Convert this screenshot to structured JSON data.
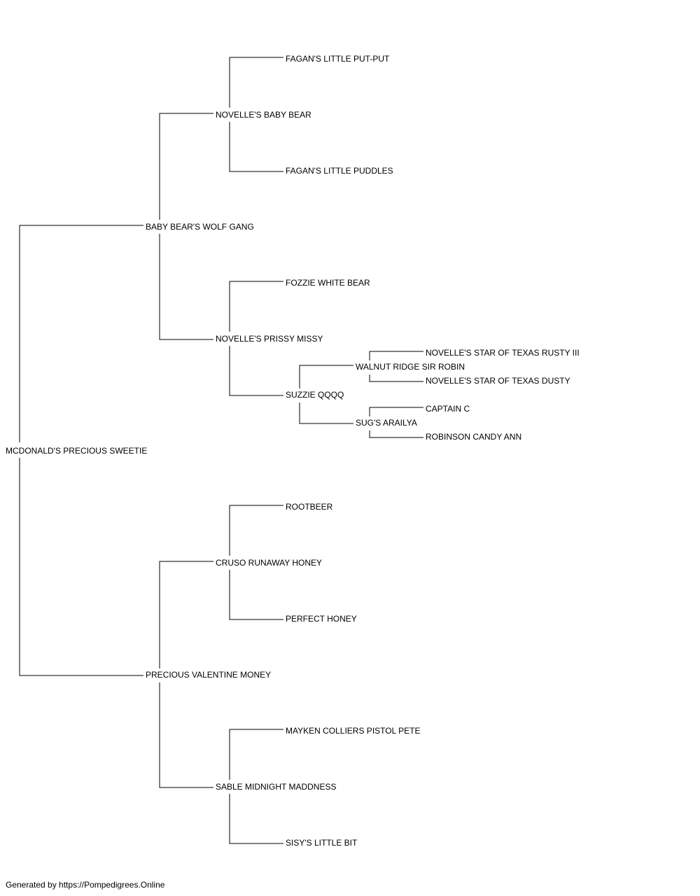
{
  "pedigree": {
    "subject": "MCDONALD'S PRECIOUS SWEETIE",
    "sire": {
      "name": "BABY BEAR'S WOLF GANG",
      "sire": {
        "name": "NOVELLE'S BABY BEAR",
        "sire": {
          "name": "FAGAN'S LITTLE PUT-PUT"
        },
        "dam": {
          "name": "FAGAN'S LITTLE PUDDLES"
        }
      },
      "dam": {
        "name": "NOVELLE'S PRISSY MISSY",
        "sire": {
          "name": "FOZZIE WHITE BEAR"
        },
        "dam": {
          "name": "SUZZIE QQQQ",
          "sire": {
            "name": "WALNUT RIDGE SIR ROBIN",
            "sire": {
              "name": "NOVELLE'S STAR OF TEXAS RUSTY III"
            },
            "dam": {
              "name": "NOVELLE'S STAR OF TEXAS DUSTY"
            }
          },
          "dam": {
            "name": "SUG'S ARAILYA",
            "sire": {
              "name": "CAPTAIN C"
            },
            "dam": {
              "name": "ROBINSON CANDY ANN"
            }
          }
        }
      }
    },
    "dam": {
      "name": "PRECIOUS VALENTINE MONEY",
      "sire": {
        "name": "CRUSO RUNAWAY HONEY",
        "sire": {
          "name": "ROOTBEER"
        },
        "dam": {
          "name": "PERFECT HONEY"
        }
      },
      "dam": {
        "name": "SABLE MIDNIGHT MADDNESS",
        "sire": {
          "name": "MAYKEN COLLIERS PISTOL PETE"
        },
        "dam": {
          "name": "SISY'S LITTLE BIT"
        }
      }
    }
  },
  "footer": {
    "text": "Generated by https://Pompedigrees.Online"
  },
  "colors": {
    "line": "#000000",
    "text": "#000000",
    "background": "#ffffff"
  }
}
